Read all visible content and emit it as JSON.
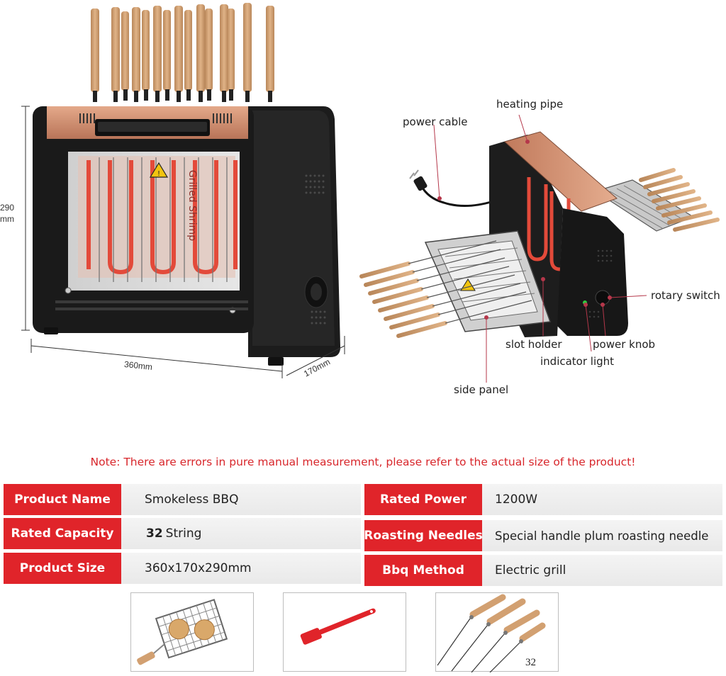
{
  "dimensions": {
    "height": "290\nmm",
    "width": "360mm",
    "depth": "170mm"
  },
  "front_glass_label": "Grilled Shrimp",
  "callouts": {
    "heating_pipe": "heating pipe",
    "power_cable": "power cable",
    "rotary_switch": "rotary switch",
    "slot_holder": "slot holder",
    "power_knob": "power knob",
    "indicator_light": "indicator light",
    "side_panel": "side panel"
  },
  "note": "Note: There are errors in pure manual measurement, please refer to the actual size of the product!",
  "specs": {
    "left": [
      {
        "label": "Product Name",
        "value": "Smokeless BBQ"
      },
      {
        "label": "Rated Capacity",
        "value_strong": "32",
        "value": "String"
      },
      {
        "label": "Product Size",
        "value": "360x170x290mm"
      }
    ],
    "right": [
      {
        "label": "Rated Power",
        "value": "1200W"
      },
      {
        "label": "Roasting Needles",
        "value": "Special handle plum roasting needle"
      },
      {
        "label": "Bbq Method",
        "value": "Electric grill"
      }
    ]
  },
  "accessories": {
    "skewer_count": "32"
  },
  "colors": {
    "accent_red": "#e0242a",
    "note_red": "#d8262b",
    "body_black": "#1e1e1e",
    "copper": "#c98a6a",
    "wood": "#d2a071"
  }
}
